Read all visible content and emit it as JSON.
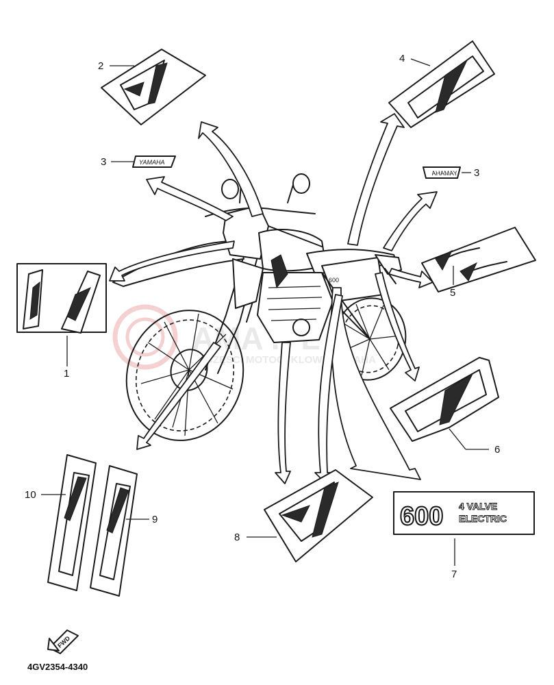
{
  "diagram": {
    "part_code": "4GV2354-4340",
    "callouts": {
      "p1": "1",
      "p2": "2",
      "p3a": "3",
      "p3b": "3",
      "p4": "4",
      "p5": "5",
      "p6": "6",
      "p7": "7",
      "p8": "8",
      "p9": "9",
      "p10": "10"
    },
    "decals": {
      "yamaha_left": "YAMAHA",
      "yamaha_right": "YAMAHA",
      "model_number": "600",
      "model_line1": "4 VALVE",
      "model_line2": "ELECTRIC",
      "fwd": "FWD"
    },
    "watermark": {
      "line1": "AMA   .PL",
      "line2": "CZĘŚCI MOTOCYKLOWE   YAMAHA"
    },
    "colors": {
      "ink": "#1a1a1a",
      "watermark": "#e9e9e9",
      "watermark_logo": "#f4d0d0"
    }
  }
}
